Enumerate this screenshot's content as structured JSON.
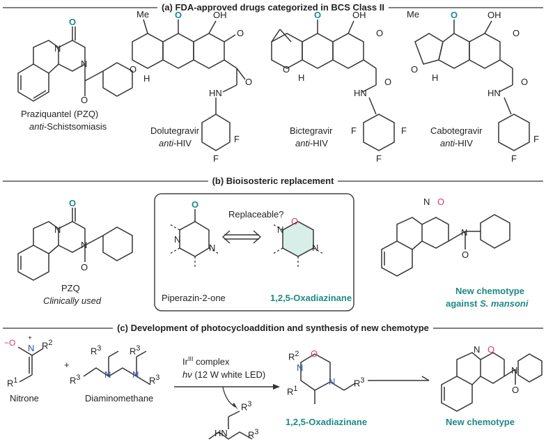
{
  "sections": {
    "a": "(a) FDA-approved drugs categorized in BCS Class II",
    "b": "(b) Bioisosteric replacement",
    "c": "(c) Development of photocycloaddition and synthesis of new chemotype"
  },
  "drugs": [
    {
      "name": "Praziquantel (PZQ)",
      "use_prefix": "anti",
      "use_suffix": "-Schistsomiasis"
    },
    {
      "name": "Dolutegravir",
      "use_prefix": "anti",
      "use_suffix": "-HIV"
    },
    {
      "name": "Bictegravir",
      "use_prefix": "anti",
      "use_suffix": "-HIV"
    },
    {
      "name": "Cabotegravir",
      "use_prefix": "anti",
      "use_suffix": "-HIV"
    }
  ],
  "atoms": {
    "O": "O",
    "OH": "OH",
    "N": "N",
    "H": "H",
    "F": "F",
    "Me": "Me",
    "HN": "HN"
  },
  "section_b": {
    "pzq_name": "PZQ",
    "pzq_status": "Clinically used",
    "box_question": "Replaceable?",
    "box_left": "Piperazin-2-one",
    "box_right": "1,2,5-Oxadiazinane",
    "new_line1": "New chemotype",
    "new_line2_prefix": "against ",
    "new_line2_species": "S. mansoni"
  },
  "section_c": {
    "nitrone_label": "Nitrone",
    "diamine_label": "Diaminomethane",
    "plus": "+",
    "catalyst": "Ir",
    "catalyst_sup": "III",
    "catalyst_suffix": " complex",
    "light_symbol": "hν",
    "light_detail": " (12 W white LED)",
    "product_label": "1,2,5-Oxadiazinane",
    "final_label": "New chemotype",
    "R1": "R",
    "R1_sup": "1",
    "R2_sup": "2",
    "R3_sup": "3",
    "O_minus": "−",
    "N_plus": "+"
  },
  "colors": {
    "accent_teal": "#1d8a86",
    "oxygen_pink": "#d63a6a",
    "nitrogen_blue": "#2a4fb0",
    "ring_highlight": "#d8eee8"
  }
}
